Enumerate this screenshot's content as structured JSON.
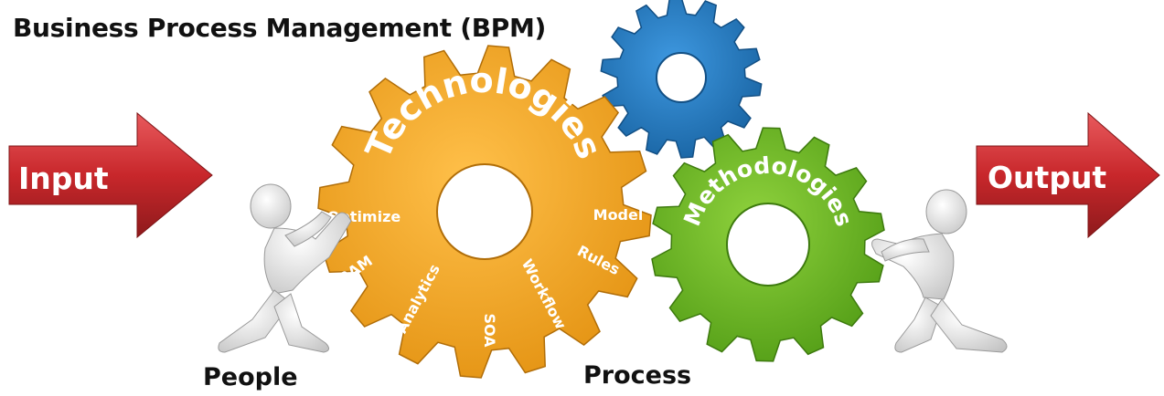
{
  "title": "Business Process Management (BPM)",
  "arrows": {
    "input_label": "Input",
    "output_label": "Output"
  },
  "gears": {
    "technologies": {
      "label": "Technologies",
      "items": [
        "Optimize",
        "Model",
        "Rules",
        "Workflow",
        "SOA",
        "Analytics",
        "BAM"
      ]
    },
    "methodologies": {
      "label": "Methodologies"
    },
    "blue_gear": {}
  },
  "captions": {
    "people": "People",
    "process": "Process"
  },
  "colors": {
    "arrow_red": "#c8272b",
    "gear_orange": "#f0a020",
    "gear_green": "#6cb81f",
    "gear_blue": "#1f7ac4"
  }
}
